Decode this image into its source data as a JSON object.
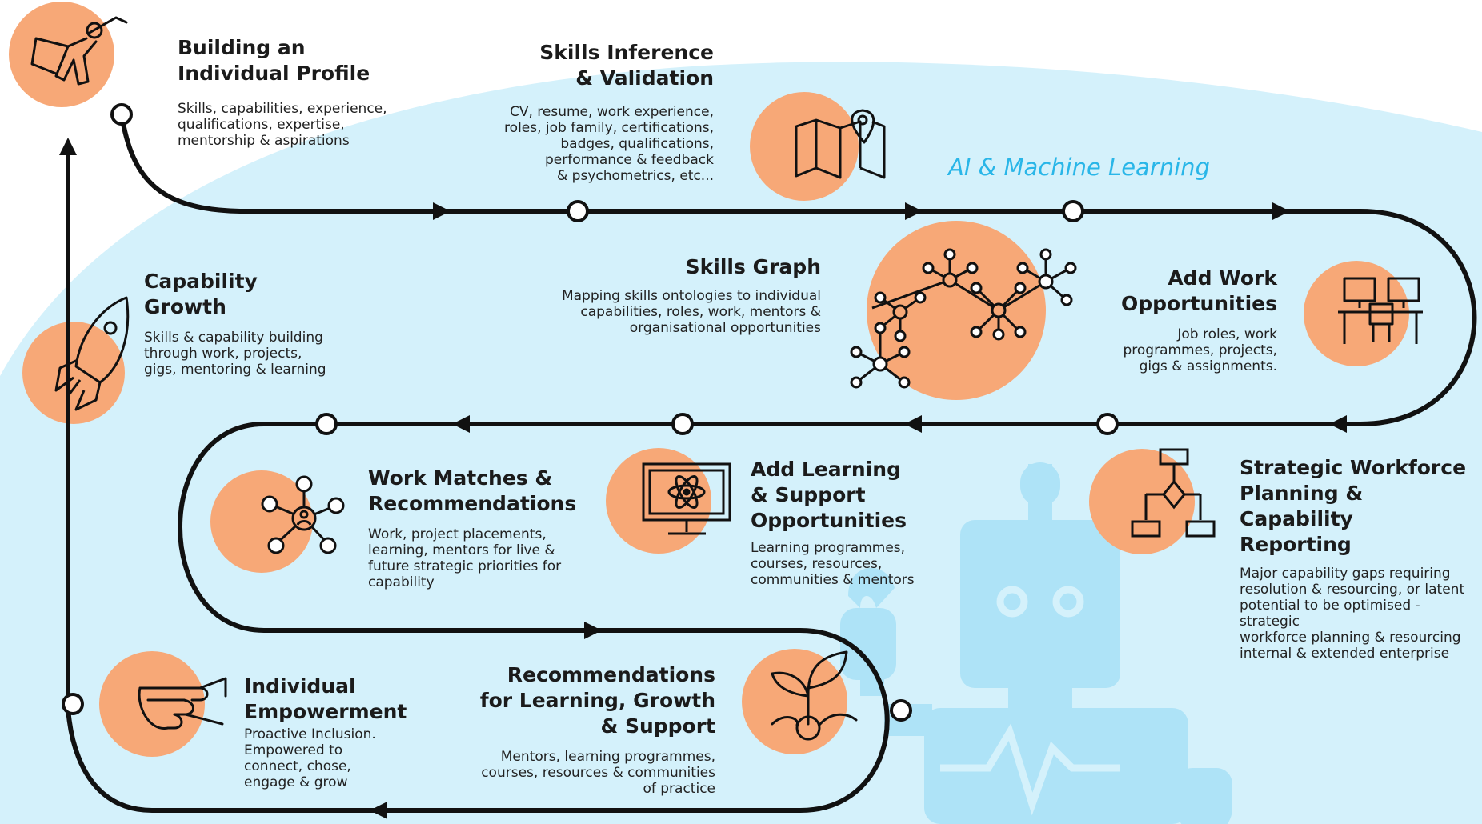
{
  "colors": {
    "background_blob": "#d4f1fb",
    "robot": "#aee3f7",
    "accent_circle": "#f7a877",
    "path": "#111111",
    "ai_text": "#29b6e8"
  },
  "ai_label": "AI & Machine Learning",
  "steps": {
    "profile": {
      "title": "Building an\nIndividual Profile",
      "desc": "Skills, capabilities, experience,\nqualifications, expertise,\nmentorship & aspirations",
      "icon": "superhero-icon"
    },
    "inference": {
      "title": "Skills Inference\n& Validation",
      "desc": "CV, resume, work experience,\nroles, job family, certifications,\nbadges, qualifications,\nperformance & feedback\n& psychometrics, etc...",
      "icon": "map-pin-icon"
    },
    "graph": {
      "title": "Skills Graph",
      "desc": "Mapping skills ontologies to individual\ncapabilities, roles, work, mentors &\norganisational opportunities",
      "icon": "network-graph-icon"
    },
    "work": {
      "title": "Add Work\nOpportunities",
      "desc": "Job roles, work\nprogrammes, projects,\ngigs & assignments.",
      "icon": "desk-icon"
    },
    "growth": {
      "title": "Capability\nGrowth",
      "desc": "Skills & capability building\nthrough work, projects,\ngigs, mentoring & learning",
      "icon": "rocket-icon"
    },
    "matches": {
      "title": "Work Matches &\nRecommendations",
      "desc": "Work, project placements,\nlearning, mentors for live &\nfuture strategic priorities for\ncapability",
      "icon": "person-network-icon"
    },
    "learning": {
      "title": "Add Learning\n& Support\nOpportunities",
      "desc": "Learning programmes,\ncourses, resources,\ncommunities & mentors",
      "icon": "monitor-atom-icon"
    },
    "strategic": {
      "title": "Strategic Workforce\nPlanning & Capability\nReporting",
      "desc": "Major capability gaps requiring\nresolution & resourcing, or latent\npotential to be optimised - strategic\nworkforce planning & resourcing\ninternal & extended enterprise",
      "icon": "flowchart-icon"
    },
    "empower": {
      "title": "Individual\nEmpowerment",
      "desc": "Proactive Inclusion.\nEmpowered to\nconnect, chose,\nengage & grow",
      "icon": "pointing-hand-icon"
    },
    "recs": {
      "title": "Recommendations\nfor Learning, Growth\n& Support",
      "desc": "Mentors, learning programmes,\ncourses, resources & communities\nof practice",
      "icon": "sprout-icon"
    }
  }
}
